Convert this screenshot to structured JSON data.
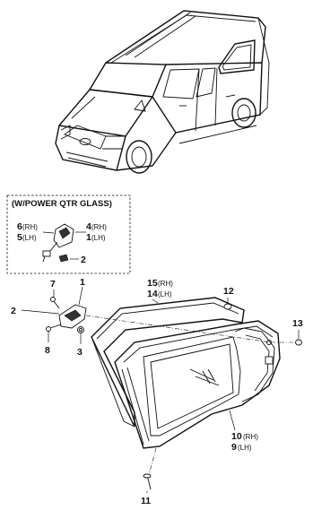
{
  "box_title": "(W/POWER QTR GLASS)",
  "callouts": {
    "c1": "1",
    "c2": "2",
    "c3": "3",
    "c7": "7",
    "c8": "8",
    "c11": "11",
    "c12": "12",
    "c13": "13",
    "box_6": "6",
    "box_6_side": "(RH)",
    "box_5": "5",
    "box_5_side": "(LH)",
    "box_4": "4",
    "box_4_side": "(RH)",
    "box_1": "1",
    "box_1_side": "(LH)",
    "box_2": "2",
    "c15": "15",
    "c15_side": "(RH)",
    "c14": "14",
    "c14_side": "(LH)",
    "c10": "10",
    "c10_side": "(RH)",
    "c9": "9",
    "c9_side": "(LH)"
  }
}
